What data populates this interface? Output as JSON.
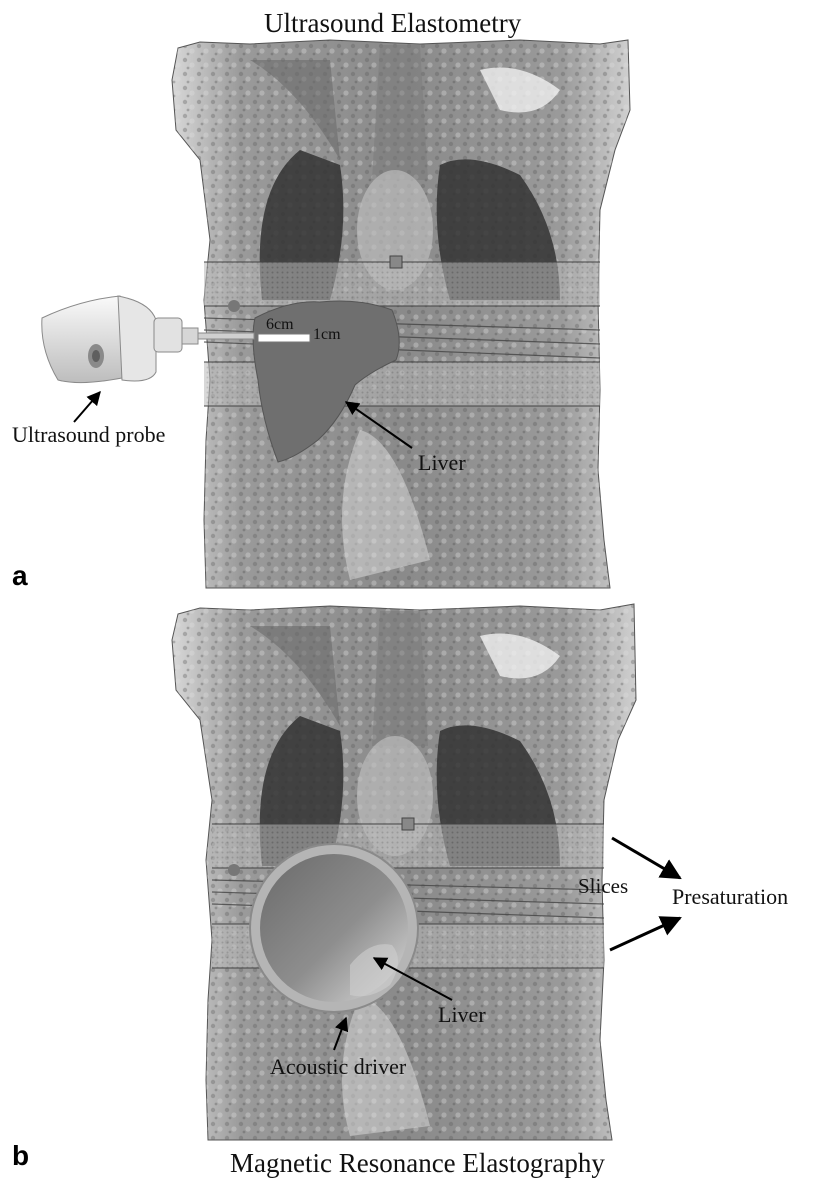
{
  "titles": {
    "top": "Ultrasound Elastometry",
    "bottom": "Magnetic Resonance Elastography"
  },
  "panels": {
    "a": "a",
    "b": "b"
  },
  "labels_a": {
    "probe": "Ultrasound probe",
    "liver": "Liver",
    "depth": "6cm",
    "width": "1cm"
  },
  "labels_b": {
    "slices": "Slices",
    "presaturation": "Presaturation",
    "liver": "Liver",
    "driver": "Acoustic driver"
  },
  "colors": {
    "liver_fill": "#6f6f6f",
    "scan_background": "#9a9a9a",
    "lung": "#3a3a3a",
    "probe": "#e8e8e8"
  }
}
